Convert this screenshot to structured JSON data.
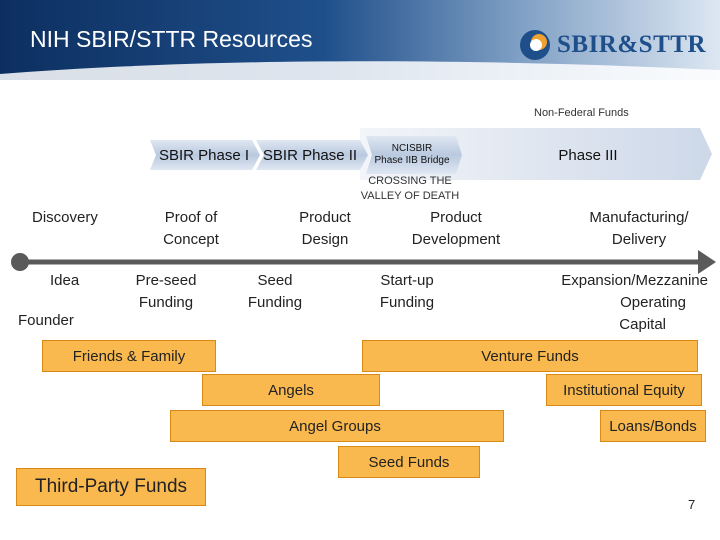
{
  "header": {
    "title": "NIH SBIR/STTR Resources",
    "logo_text": "SBIR&STTR"
  },
  "phases": {
    "non_federal_label": "Non-Federal Funds",
    "phase1": "SBIR Phase I",
    "phase2": "SBIR Phase II",
    "bridge_line1": "NCISBIR",
    "bridge_line2": "Phase IIB Bridge",
    "phase3": "Phase III"
  },
  "valley": {
    "line1": "CROSSING THE",
    "line2": "VALLEY OF DEATH"
  },
  "stages": {
    "discovery": "Discovery",
    "proof_line1": "Proof of",
    "proof_line2": "Concept",
    "design_line1": "Product",
    "design_line2": "Design",
    "development_line1": "Product",
    "development_line2": "Development",
    "manufacturing_line1": "Manufacturing/",
    "manufacturing_line2": "Delivery"
  },
  "funding": {
    "idea": "Idea",
    "founder": "Founder",
    "preseed_line1": "Pre-seed",
    "preseed_line2": "Funding",
    "seed_line1": "Seed",
    "seed_line2": "Funding",
    "startup_line1": "Start-up",
    "startup_line2": "Funding",
    "expansion_line1": "Expansion/Mezzanine",
    "expansion_line2": "Operating",
    "expansion_line3": "Capital"
  },
  "bars": {
    "friends_family": "Friends & Family",
    "venture_funds": "Venture Funds",
    "angels": "Angels",
    "institutional_equity": "Institutional Equity",
    "angel_groups": "Angel Groups",
    "loans_bonds": "Loans/Bonds",
    "seed_funds": "Seed Funds",
    "third_party_funds": "Third-Party Funds"
  },
  "page_number": "7",
  "colors": {
    "header_dark": "#0d2f60",
    "bar_fill": "#f9b94e",
    "bar_border": "#d88a14",
    "timeline": "#5a5a5a"
  }
}
